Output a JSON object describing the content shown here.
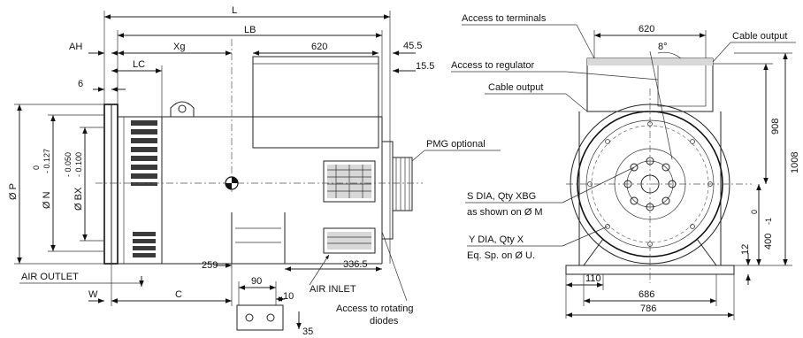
{
  "side_view": {
    "dims": {
      "L": "L",
      "LB": "LB",
      "Xg": "Xg",
      "d620": "620",
      "d45_5": "45.5",
      "d15_5": "15.5",
      "AH": "AH",
      "LC": "LC",
      "d6": "6",
      "W": "W",
      "C": "C",
      "d259": "259",
      "d336_5": "336.5",
      "d90": "90",
      "d10": "10",
      "d35": "35",
      "dia_P": "Ø P",
      "dia_N": "Ø N",
      "tol_N_upper": "0",
      "tol_N_lower": "- 0.127",
      "dia_BX": "Ø BX",
      "tol_BX_upper": "- 0.050",
      "tol_BX_lower": "- 0.100"
    },
    "labels": {
      "air_outlet": "AIR OUTLET",
      "air_inlet": "AIR INLET",
      "pmg_optional": "PMG optional",
      "access_rotating_1": "Access to rotating",
      "access_rotating_2": "diodes"
    }
  },
  "front_view": {
    "dims": {
      "d620": "620",
      "angle": "8°",
      "d908": "908",
      "d1008": "1008",
      "d400": "400",
      "tol_400_upper": "0",
      "tol_400_lower": "-1",
      "d12": "12",
      "d110": "110",
      "d686": "686",
      "d786": "786"
    },
    "labels": {
      "access_terminals": "Access to terminals",
      "access_regulator": "Access to regulator",
      "cable_output_top": "Cable output",
      "cable_output_left": "Cable output",
      "s_dia": "S DIA, Qty XBG",
      "s_dia_sub": "as shown on Ø M",
      "y_dia": "Y DIA, Qty X",
      "y_dia_sub": "Eq. Sp. on Ø U."
    }
  }
}
